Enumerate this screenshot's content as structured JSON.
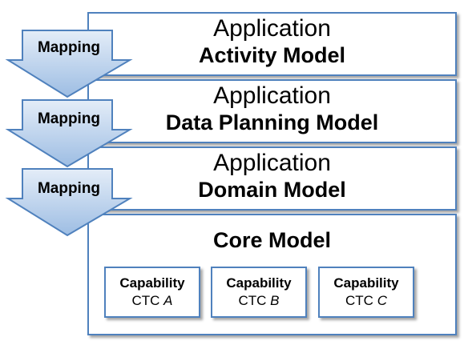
{
  "layers": {
    "activity": {
      "prefix": "Application",
      "name": "Activity Model"
    },
    "data_planning": {
      "prefix": "Application",
      "name": "Data Planning Model"
    },
    "domain": {
      "prefix": "Application",
      "name": "Domain Model"
    },
    "core": {
      "title": "Core Model",
      "capabilities": [
        {
          "title": "Capability",
          "prefix": "CTC ",
          "letter": "A"
        },
        {
          "title": "Capability",
          "prefix": "CTC ",
          "letter": "B"
        },
        {
          "title": "Capability",
          "prefix": "CTC ",
          "letter": "C"
        }
      ]
    }
  },
  "arrows": [
    {
      "label": "Mapping"
    },
    {
      "label": "Mapping"
    },
    {
      "label": "Mapping"
    }
  ],
  "colors": {
    "border": "#4f81bd",
    "arrow_light": "#dbe7f5",
    "arrow_dark": "#9dbde3"
  }
}
